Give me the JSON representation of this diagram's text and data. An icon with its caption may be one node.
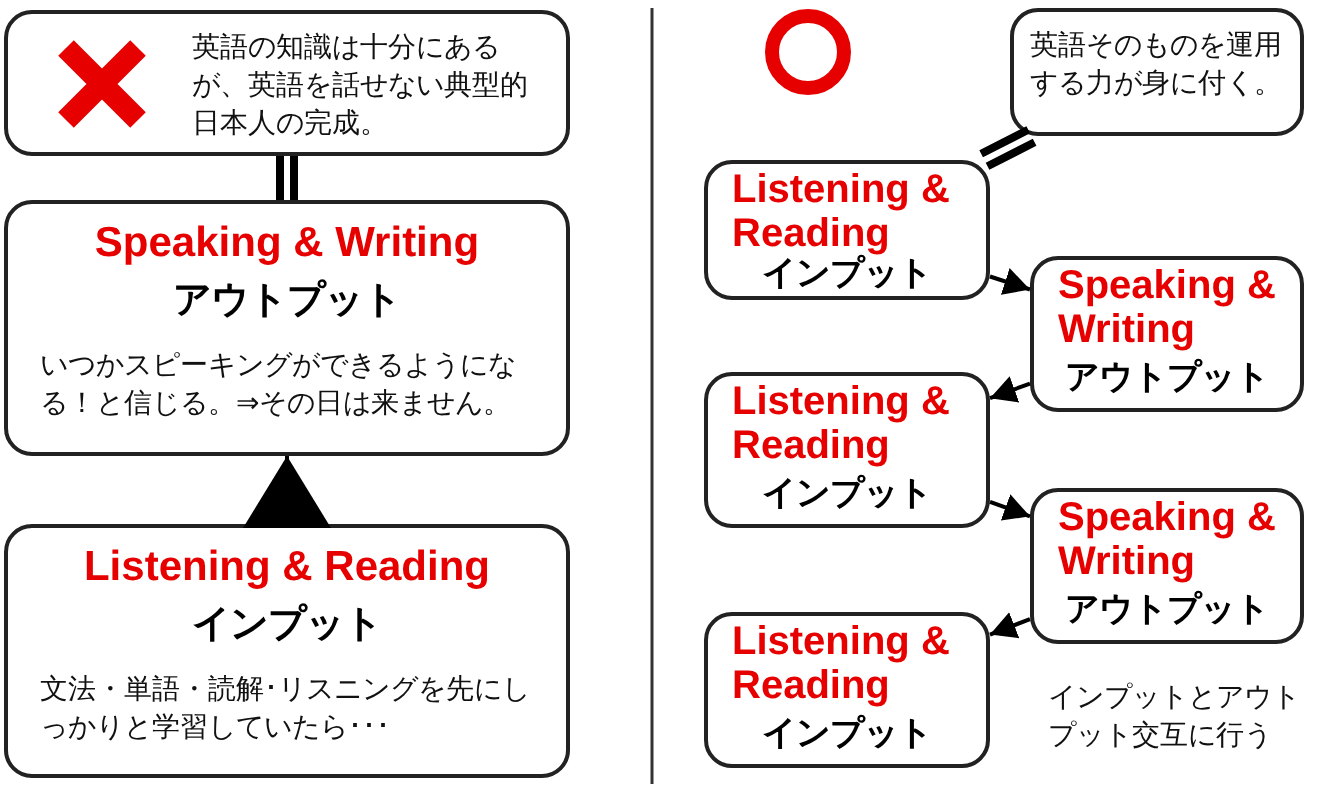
{
  "diagram": {
    "nodes": [
      {
        "text": [
          "英語の知識は十分にあるが、英語を話せない典型的日本人の完成。"
        ]
      },
      {
        "text": [
          "Speaking & Writing",
          "アウトプット",
          "いつかスピーキングができるようになる！と信じる。⇒その日は来ません。"
        ]
      },
      {
        "text": [
          "Listening & Reading",
          "インプット",
          "文法・単語・読解･リスニングを先にしっかりと学習していたら･･･"
        ]
      },
      {
        "text": [
          "英語そのものを運用する力が身に付く。"
        ]
      },
      {
        "text": [
          "Listening & Reading",
          "インプット"
        ]
      },
      {
        "text": [
          "Speaking & Writing",
          "アウトプット"
        ]
      },
      {
        "text": [
          "Listening & Reading",
          "インプット"
        ]
      },
      {
        "text": [
          "Speaking & Writing",
          "アウトプット"
        ]
      },
      {
        "text": [
          "Listening & Reading",
          "インプット"
        ]
      }
    ],
    "edges": [
      {
        "from": 0,
        "to": 1,
        "arrow": "none",
        "style": "thick"
      },
      {
        "from": 2,
        "to": 1,
        "arrow": "to"
      },
      {
        "from": 3,
        "to": 4,
        "arrow": "none",
        "style": "thick"
      },
      {
        "from": 4,
        "to": 5,
        "arrow": "to"
      },
      {
        "from": 5,
        "to": 6,
        "arrow": "to"
      },
      {
        "from": 6,
        "to": 7,
        "arrow": "to"
      },
      {
        "from": 7,
        "to": 8,
        "arrow": "to"
      }
    ],
    "labels": [
      "インプットとアウトプット交互に行う"
    ]
  }
}
